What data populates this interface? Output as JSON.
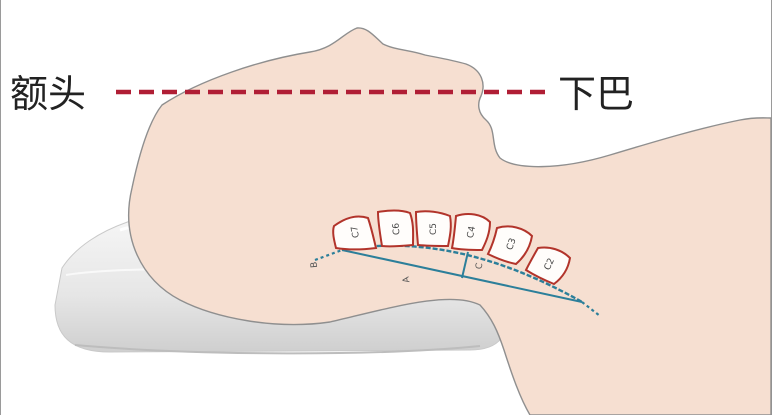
{
  "labels": {
    "forehead": "额头",
    "chin": "下巴"
  },
  "vertebrae": [
    {
      "label": "C7"
    },
    {
      "label": "C6"
    },
    {
      "label": "C5"
    },
    {
      "label": "C4"
    },
    {
      "label": "C3"
    },
    {
      "label": "C2"
    }
  ],
  "geometry_labels": {
    "arc_start": "B",
    "chord": "A",
    "height": "C"
  },
  "colors": {
    "skin": "#f6dfd1",
    "skin_outline": "#8f8f8f",
    "dashed_line": "#b01e35",
    "vertebra_outline": "#b2342b",
    "vertebra_fill": "#fffdfb",
    "curve_lines": "#2c7f9a",
    "pillow": "#ededed"
  }
}
